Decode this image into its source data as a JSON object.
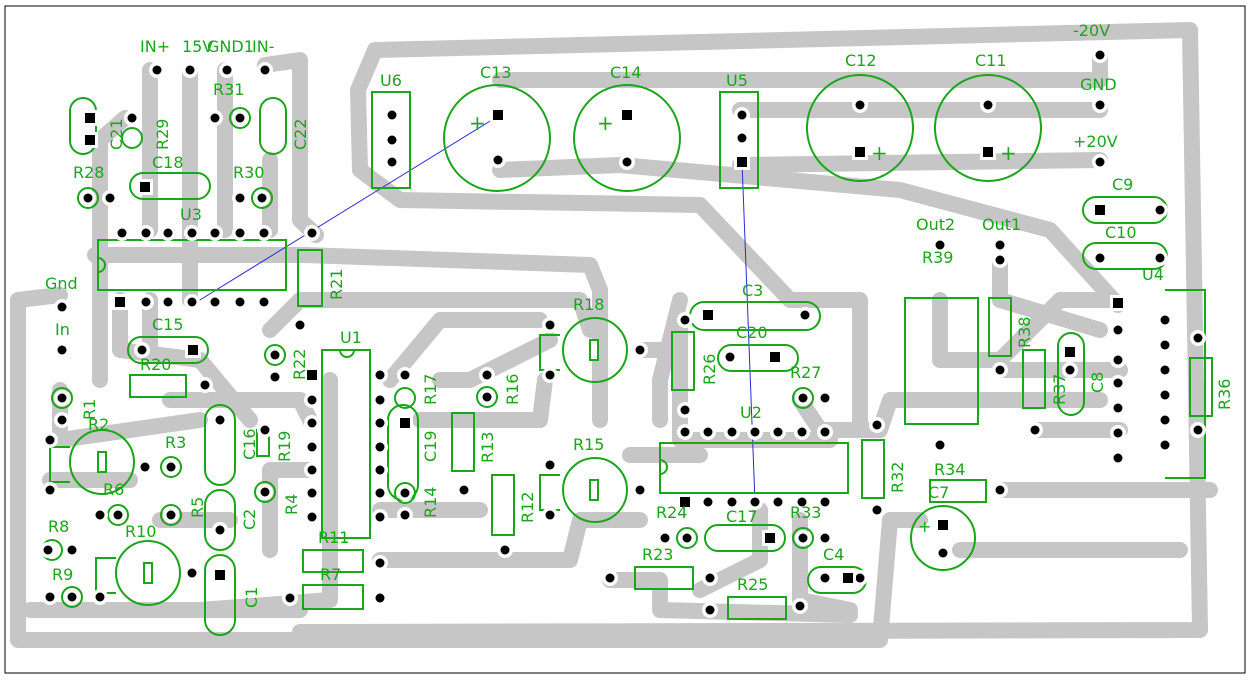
{
  "colors": {
    "trace": "#c6c6c6",
    "silkscreen": "#1aa51a",
    "pad": "#ffffff",
    "drill": "#000000",
    "ratsnest": "#2b2bd6",
    "border": "#000000"
  },
  "labels": {
    "in_plus": "IN+",
    "v15": "15V",
    "gnd1": "GND1",
    "in_minus": "IN-",
    "neg20": "-20V",
    "gnd": "GND",
    "pos20": "+20V",
    "gnd_left": "Gnd",
    "in_left": "In",
    "out2": "Out2",
    "out1": "Out1",
    "C1": "C1",
    "C2": "C2",
    "C3": "C3",
    "C4": "C4",
    "C7": "C7",
    "C8": "C8",
    "C9": "C9",
    "C10": "C10",
    "C11": "C11",
    "C12": "C12",
    "C13": "C13",
    "C14": "C14",
    "C15": "C15",
    "C16": "C16",
    "C17": "C17",
    "C18": "C18",
    "C19": "C19",
    "C20": "C20",
    "C21": "C21",
    "C22": "C22",
    "R1": "R1",
    "R2": "R2",
    "R3": "R3",
    "R4": "R4",
    "R5": "R5",
    "R6": "R6",
    "R7": "R7",
    "R8": "R8",
    "R9": "R9",
    "R10": "R10",
    "R11": "R11",
    "R12": "R12",
    "R13": "R13",
    "R14": "R14",
    "R15": "R15",
    "R16": "R16",
    "R17": "R17",
    "R18": "R18",
    "R19": "R19",
    "R20": "R20",
    "R21": "R21",
    "R22": "R22",
    "R23": "R23",
    "R24": "R24",
    "R25": "R25",
    "R26": "R26",
    "R27": "R27",
    "R28": "R28",
    "R29": "R29",
    "R30": "R30",
    "R31": "R31",
    "R32": "R32",
    "R33": "R33",
    "R34": "R34",
    "R36": "R36",
    "R37": "R37",
    "R38": "R38",
    "R39": "R39",
    "U1": "U1",
    "U2": "U2",
    "U3": "U3",
    "U4": "U4",
    "U5": "U5",
    "U6": "U6",
    "plus": "+"
  }
}
